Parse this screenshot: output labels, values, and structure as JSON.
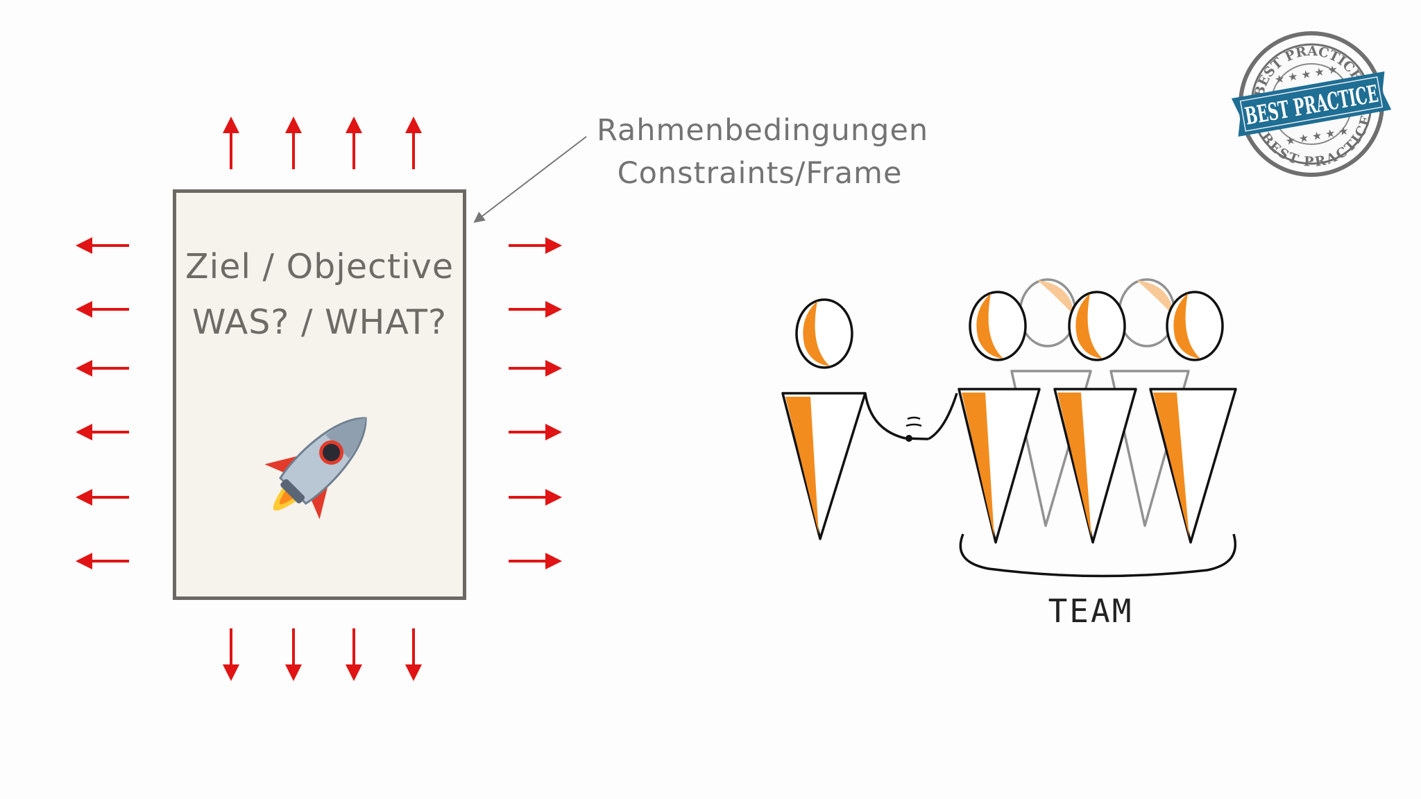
{
  "objective_box": {
    "line1": "Ziel / Objective",
    "line2": "WAS? / WHAT?",
    "icon": "rocket-icon"
  },
  "frame_caption": {
    "line1": "Rahmenbedingungen",
    "line2": "Constraints/Frame"
  },
  "team_label": "TEAM",
  "stamp": {
    "top_text": "BEST PRACTICE",
    "banner_text": "BEST PRACTICE",
    "bottom_text": "BEST PRACTICE"
  },
  "colors": {
    "arrow": "#e01414",
    "figure_orange": "#f28c1e",
    "stamp_blue": "#1f6e94",
    "stamp_gray": "#6f6f6f"
  }
}
